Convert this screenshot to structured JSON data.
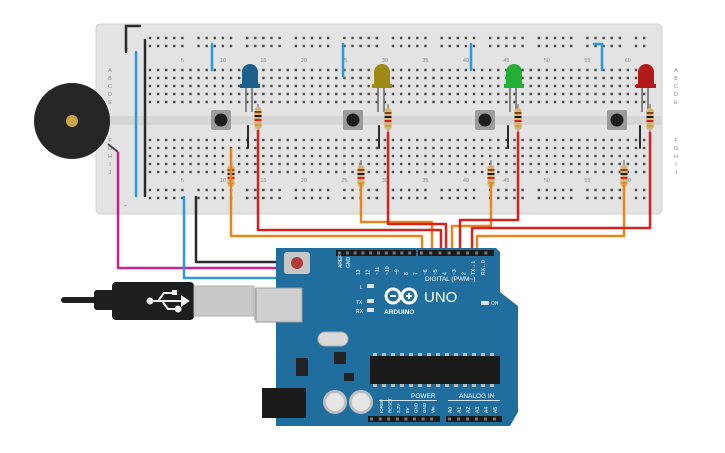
{
  "breadboard": {
    "column_labels": [
      "5",
      "10",
      "15",
      "20",
      "25",
      "30",
      "35",
      "40",
      "45",
      "50",
      "55",
      "60"
    ],
    "row_labels_top": [
      "A",
      "B",
      "C",
      "D",
      "E"
    ],
    "row_labels_bottom": [
      "F",
      "G",
      "H",
      "I",
      "J"
    ],
    "rail_plus": "+",
    "rail_minus": "-"
  },
  "leds": [
    {
      "color_name": "blue",
      "color": "#1f5f8b"
    },
    {
      "color_name": "yellow",
      "color": "#a08a16"
    },
    {
      "color_name": "green",
      "color": "#22b034"
    },
    {
      "color_name": "red",
      "color": "#b21a1a"
    }
  ],
  "arduino": {
    "model_text": "UNO",
    "brand_text": "ARDUINO",
    "digital_label": "DIGITAL (PWM~)",
    "power_label": "POWER",
    "analog_label": "ANALOG IN",
    "aref_label": "AREF",
    "gnd_label": "GND",
    "digital_pins": [
      "13",
      "12",
      "~11",
      "~10",
      "~9",
      "8",
      "7",
      "~6",
      "~5",
      "4",
      "~3",
      "2",
      "TX→1",
      "RX←0"
    ],
    "power_pins": [
      "IOREF",
      "RESET",
      "3.3V",
      "5V",
      "GND",
      "GND",
      "Vin"
    ],
    "analog_pins": [
      "A0",
      "A1",
      "A2",
      "A3",
      "A4",
      "A5"
    ],
    "led_l": "L",
    "led_tx": "TX",
    "led_rx": "RX",
    "led_on": "ON",
    "board_color": "#1f6e9e"
  },
  "wire_colors": {
    "orange": "#e8861c",
    "red": "#d8211e",
    "blue": "#2a9ad8",
    "magenta": "#c8238c",
    "black": "#2b2b2b"
  }
}
